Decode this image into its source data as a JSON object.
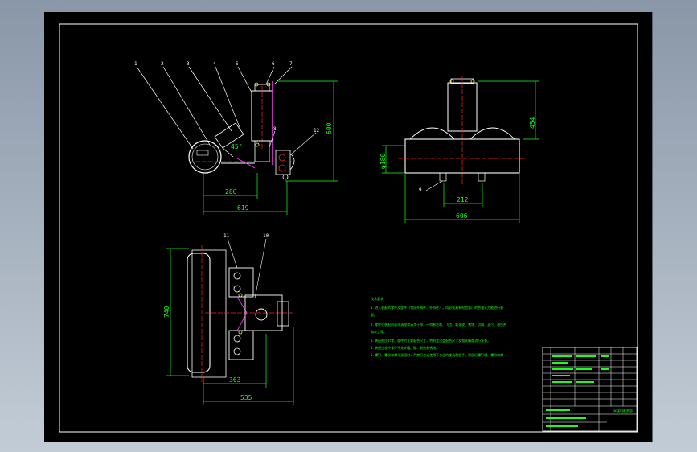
{
  "colors": {
    "background": "#000000",
    "frame": "#ffffff",
    "dimension": "#19ff19",
    "centerline": "#ff2020",
    "part": "#ffffff",
    "accent": "#ff3cff",
    "highlight": "#ffff30"
  },
  "side_view": {
    "part_labels": [
      "1",
      "2",
      "3",
      "4",
      "5",
      "6",
      "7"
    ],
    "callouts": [
      "8",
      "12"
    ],
    "angle": "45°",
    "dims": {
      "inner_width": "286",
      "overall_width": "619",
      "height": "600"
    }
  },
  "front_view": {
    "callout": "9",
    "dims": {
      "height": "454",
      "diameter": "φ180",
      "inner_width": "212",
      "overall_width": "606"
    }
  },
  "top_view": {
    "callouts": [
      "11",
      "10"
    ],
    "dims": {
      "height": "740",
      "inner_width": "363",
      "overall_width": "535"
    }
  },
  "notes": {
    "title": "技术要求",
    "lines": [
      "1. 进入装配的零件及部件（包括外购件、外协件），均必须具有检验部门的合格证方能进行装",
      "配。",
      "2. 零件在装配前必须清理和清洗干净，不得有毛刺、飞边、氧化皮、锈蚀、切屑、油污、着色剂",
      "和灰尘等。",
      "3. 装配前应对零、部件的主要配合尺寸，特别是过盈配合尺寸及相关精度进行复查。",
      "4. 装配过程中零件不允许磕、碰、划伤和锈蚀。",
      "5. 螺钉、螺栓和螺母紧固时，严禁打击或使用不合适的旋具和扳手。紧固后螺钉槽、螺母和螺"
    ]
  },
  "title_block": {
    "footer": "采煤机截割部"
  }
}
